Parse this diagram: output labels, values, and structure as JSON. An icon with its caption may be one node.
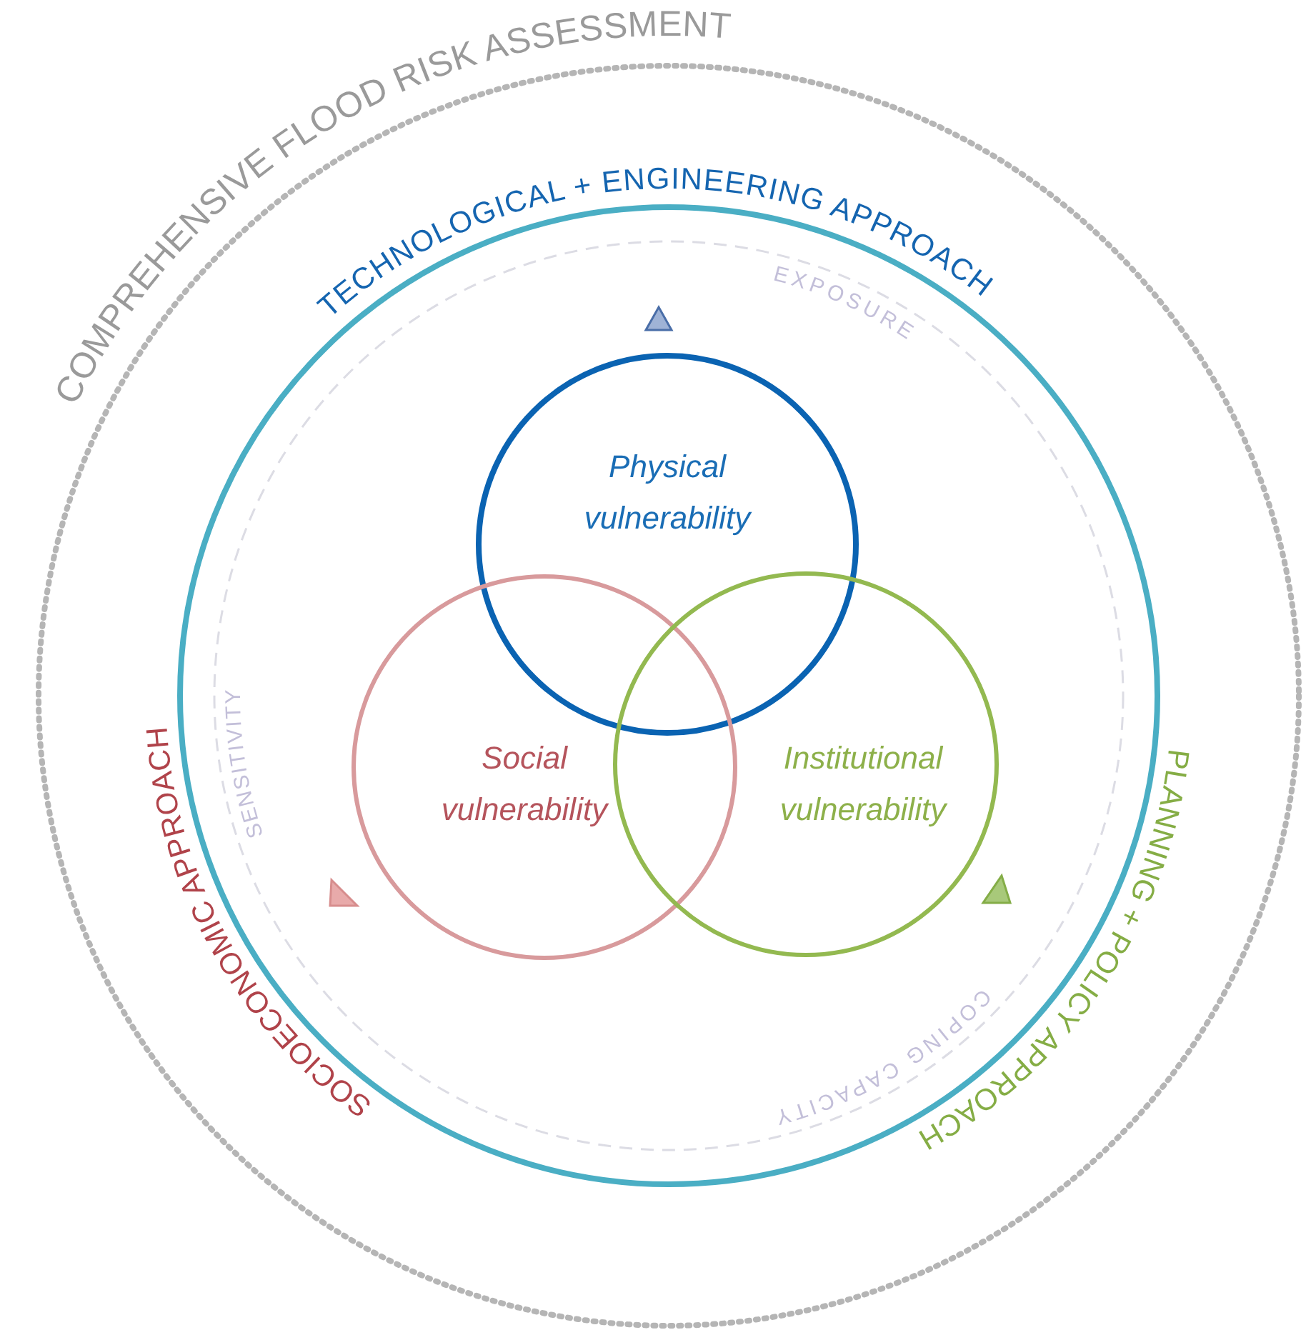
{
  "diagram": {
    "nodes": [
      {
        "text": [
          "Physical vulnerability"
        ]
      },
      {
        "text": [
          "Social vulnerability"
        ]
      },
      {
        "text": [
          "Institutional vulnerability"
        ]
      }
    ],
    "labels": [
      "COMPREHENSIVE FLOOD RISK ASSESSMENT",
      "TECHNOLOGICAL + ENGINEERING APPROACH",
      "EXPOSURE",
      "SENSITIVITY",
      "SOCIOECONOMIC APPROACH",
      "PLANNING + POLICY APPROACH",
      "COPING CAPACITY"
    ]
  }
}
